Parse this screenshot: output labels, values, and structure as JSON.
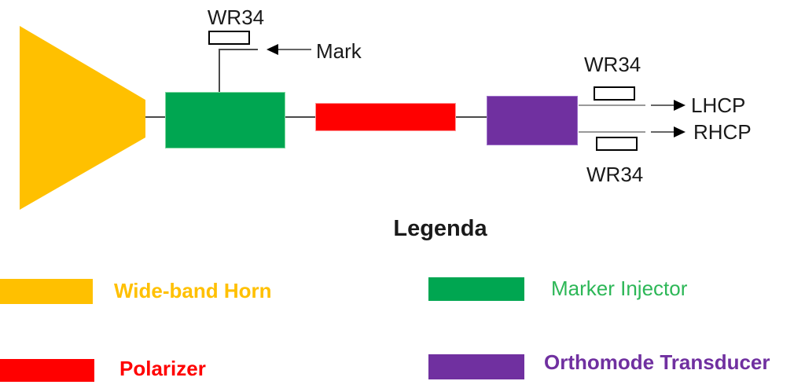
{
  "diagram": {
    "marker_port": {
      "waveguide_label": "WR34",
      "signal_label": "Mark"
    },
    "outputs": {
      "lhcp": {
        "waveguide_label": "WR34",
        "label": "LHCP"
      },
      "rhcp": {
        "waveguide_label": "WR34",
        "label": "RHCP"
      }
    }
  },
  "legend": {
    "title": "Legenda",
    "items": [
      {
        "label": "Wide-band Horn",
        "color": "#FFC000"
      },
      {
        "label": "Marker Injector",
        "color": "#2DB757"
      },
      {
        "label": "Polarizer",
        "color": "#FF0000"
      },
      {
        "label": "Orthomode Transducer",
        "color": "#7030A0"
      }
    ]
  },
  "colors": {
    "horn": "#FFC000",
    "marker_injector": "#00A651",
    "marker_injector_border": "#7ED9A0",
    "polarizer": "#FF0000",
    "polarizer_border": "#FF9999",
    "orthomode_transducer": "#7030A0",
    "orthomode_transducer_border": "#9D6FC9",
    "connector_line": "#4A4A4A",
    "callout_line": "#666666",
    "output_line": "#999999",
    "arrowhead": "#000000",
    "waveguide_box_border": "#000000"
  }
}
